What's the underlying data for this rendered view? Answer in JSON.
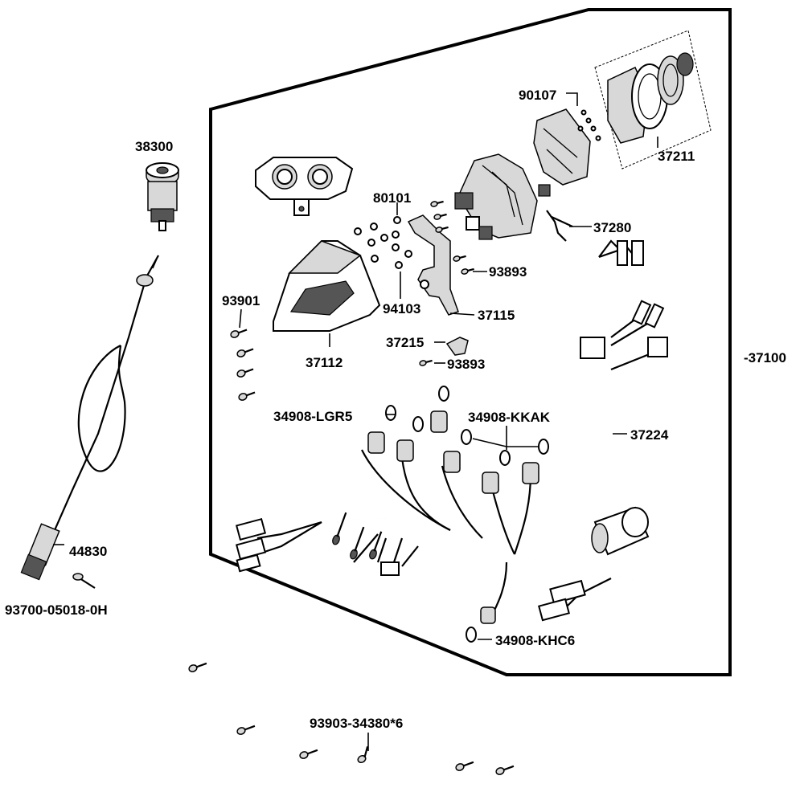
{
  "diagram": {
    "labels": {
      "p38300": "38300",
      "p44830": "44830",
      "p93700": "93700-05018-0H",
      "p93903": "93903-34380*6",
      "p37100": "-37100",
      "p90107": "90107",
      "p37211": "37211",
      "p80101": "80101",
      "p37280": "37280",
      "p93893a": "93893",
      "p93901": "93901",
      "p94103": "94103",
      "p37115": "37115",
      "p37112": "37112",
      "p37215": "37215",
      "p93893b": "93893",
      "p34908lgr5": "34908-LGR5",
      "p34908kkak": "34908-KKAK",
      "p37224": "37224",
      "p34908khc6": "34908-KHC6"
    }
  }
}
